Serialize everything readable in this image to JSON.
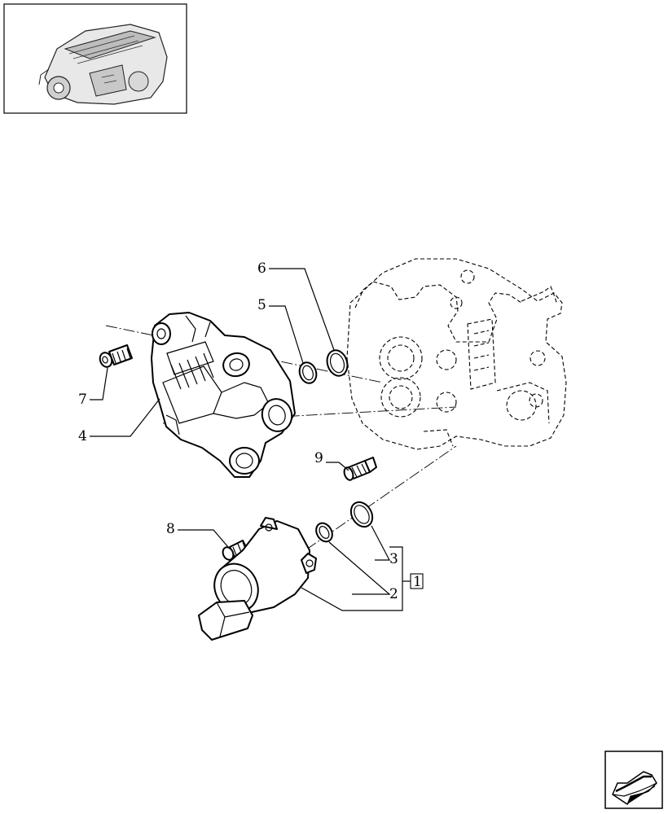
{
  "thumbnail": {
    "icon": "engine-icon"
  },
  "callouts": [
    {
      "id": "c6",
      "text": "6"
    },
    {
      "id": "c5",
      "text": "5"
    },
    {
      "id": "c7",
      "text": "7"
    },
    {
      "id": "c4",
      "text": "4"
    },
    {
      "id": "c9",
      "text": "9"
    },
    {
      "id": "c8",
      "text": "8"
    },
    {
      "id": "c3",
      "text": "3"
    },
    {
      "id": "c2",
      "text": "2"
    }
  ],
  "assembly_box": {
    "text": "1"
  },
  "nav": {
    "icon": "arrow-left-icon"
  }
}
